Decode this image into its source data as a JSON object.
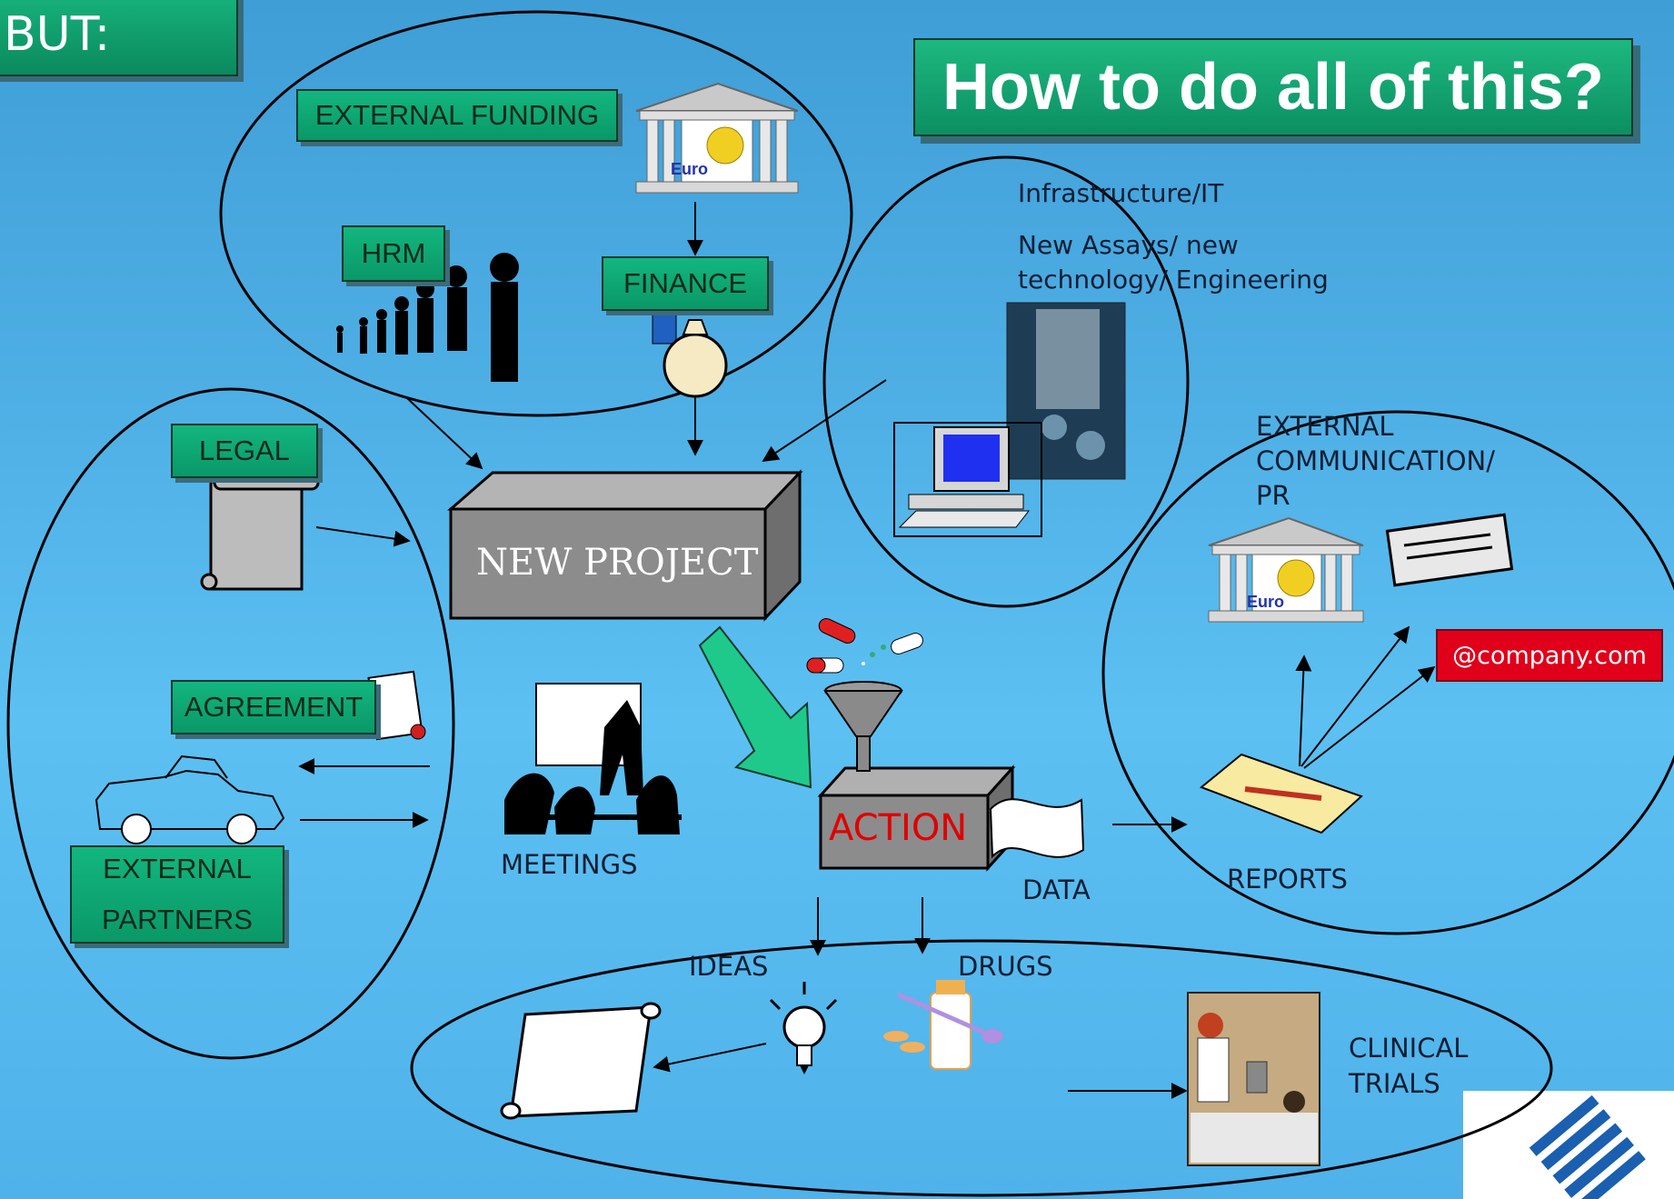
{
  "title": "How to do all of this?",
  "corner_label": "BUT:",
  "labels": {
    "external_funding": "EXTERNAL FUNDING",
    "hrm": "HRM",
    "finance": "FINANCE",
    "legal": "LEGAL",
    "agreement": "AGREEMENT",
    "external_partners_1": "EXTERNAL",
    "external_partners_2": "PARTNERS",
    "new_project": "NEW PROJECT",
    "action": "ACTION",
    "meetings": "MEETINGS",
    "data": "DATA",
    "infrastructure": "Infrastructure/IT",
    "assays_1": "New Assays/ new",
    "assays_2": "technology/ Engineering",
    "ext_comm_1": "EXTERNAL",
    "ext_comm_2": "COMMUNICATION/",
    "ext_comm_3": "PR",
    "email": "@company.com",
    "reports": "REPORTS",
    "ideas": "IDEAS",
    "drugs": "DRUGS",
    "clinical_1": "CLINICAL",
    "clinical_2": "TRIALS",
    "euro_1": "Euro",
    "euro_2": "Euro"
  },
  "colors": {
    "accent_green": "#0a9f6f",
    "email_red": "#e0001a",
    "box_gray": "#8c8c8c"
  },
  "icons": [
    "bank-icon",
    "people-icon",
    "money-bag-icon",
    "scroll-icon",
    "certificate-icon",
    "car-icon",
    "computer-icon",
    "lab-photo-icon",
    "pills-icon",
    "funnel-icon",
    "meeting-icon",
    "newspaper-icon",
    "notepad-icon",
    "lightbulb-icon",
    "medicine-icon",
    "patient-icon",
    "eu-logo-icon"
  ]
}
